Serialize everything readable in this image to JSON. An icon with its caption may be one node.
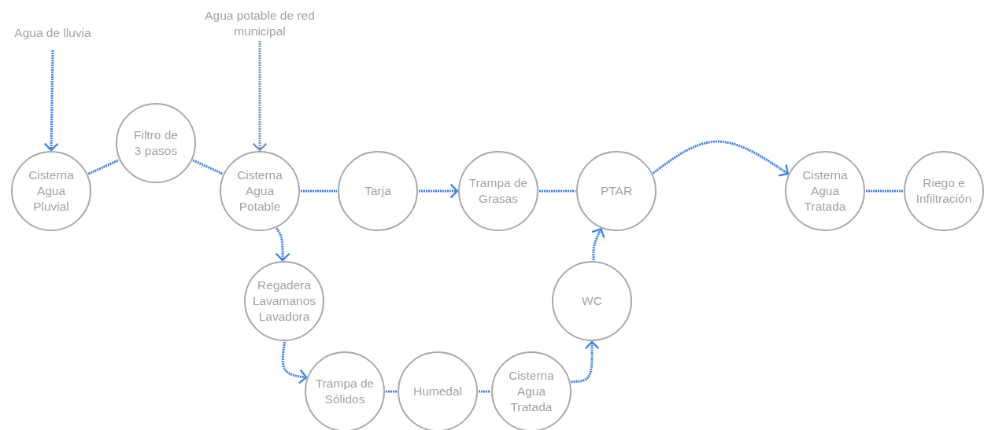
{
  "diagram": {
    "nodes": [
      {
        "text": [
          "Agua de lluvia"
        ]
      },
      {
        "text": [
          "Agua potable de red municipal"
        ]
      },
      {
        "text": [
          "Cisterna Agua Pluvial"
        ]
      },
      {
        "text": [
          "Filtro de 3 pasos"
        ]
      },
      {
        "text": [
          "Cisterna Agua Potable"
        ]
      },
      {
        "text": [
          "Tarja"
        ]
      },
      {
        "text": [
          "Trampa de Grasas"
        ]
      },
      {
        "text": [
          "PTAR"
        ]
      },
      {
        "text": [
          "Cisterna Agua Tratada"
        ]
      },
      {
        "text": [
          "Riego e Infiltración"
        ]
      },
      {
        "text": [
          "Regadera Lavamanos Lavadora"
        ]
      },
      {
        "text": [
          "Trampa de Sólidos"
        ]
      },
      {
        "text": [
          "Humedal"
        ]
      },
      {
        "text": [
          "Cisterna Agua Tratada"
        ]
      },
      {
        "text": [
          "WC"
        ]
      }
    ],
    "edges": [
      {
        "from": 0,
        "to": 2,
        "arrow": "to"
      },
      {
        "from": 1,
        "to": 4,
        "arrow": "to",
        "color": "#7d93c4"
      },
      {
        "from": 2,
        "to": 3,
        "arrow": "none"
      },
      {
        "from": 3,
        "to": 4,
        "arrow": "none"
      },
      {
        "from": 4,
        "to": 5,
        "arrow": "none"
      },
      {
        "from": 5,
        "to": 6,
        "arrow": "to"
      },
      {
        "from": 6,
        "to": 7,
        "arrow": "none"
      },
      {
        "from": 7,
        "to": 8,
        "arrow": "to"
      },
      {
        "from": 8,
        "to": 9,
        "arrow": "none"
      },
      {
        "from": 4,
        "to": 10,
        "arrow": "to"
      },
      {
        "from": 10,
        "to": 11,
        "arrow": "to"
      },
      {
        "from": 11,
        "to": 12,
        "arrow": "none"
      },
      {
        "from": 12,
        "to": 13,
        "arrow": "none"
      },
      {
        "from": 13,
        "to": 14,
        "arrow": "to"
      },
      {
        "from": 14,
        "to": 7,
        "arrow": "to"
      }
    ]
  }
}
